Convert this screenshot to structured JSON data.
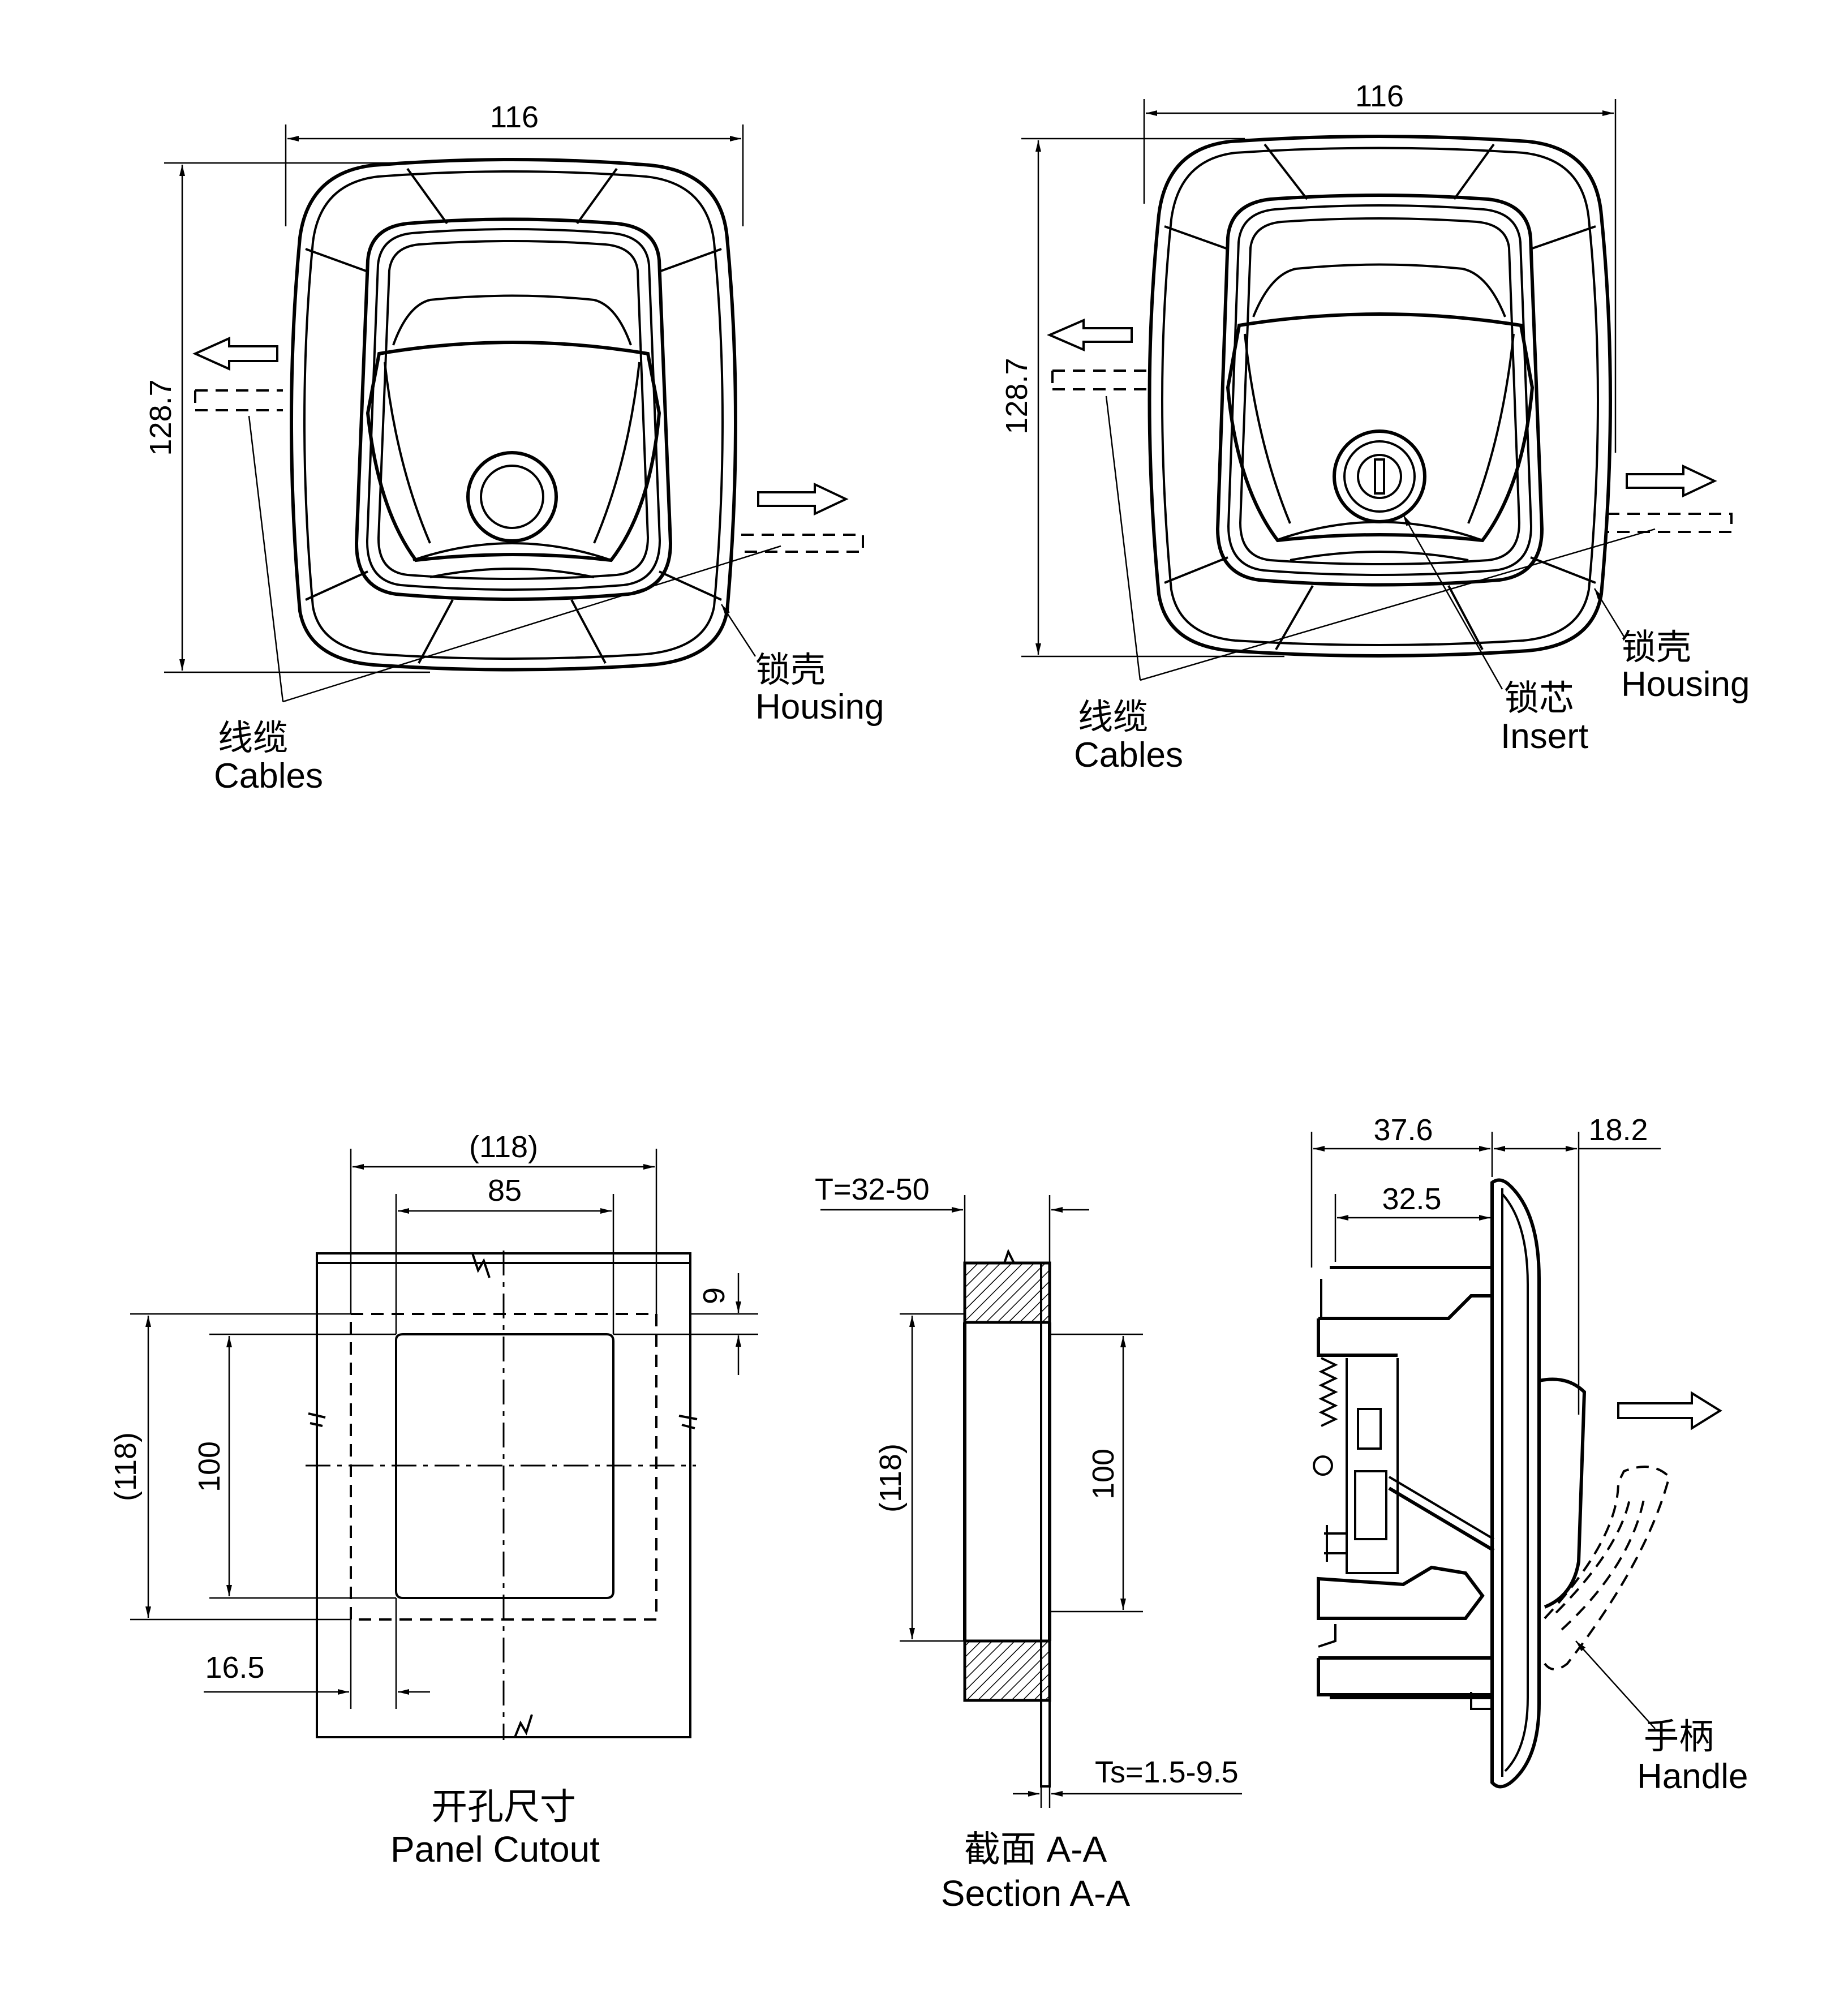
{
  "views": {
    "view1": {
      "width_dim": "116",
      "height_dim": "128.7",
      "label_cables_cn": "线缆",
      "label_cables_en": "Cables",
      "label_housing_cn": "锁壳",
      "label_housing_en": "Housing"
    },
    "view2": {
      "width_dim": "116",
      "height_dim": "128.7",
      "label_cables_cn": "线缆",
      "label_cables_en": "Cables",
      "label_insert_cn": "锁芯",
      "label_insert_en": "Insert",
      "label_housing_cn": "锁壳",
      "label_housing_en": "Housing"
    },
    "cutout": {
      "dim_outer": "(118)",
      "dim_inner": "85",
      "dim_height_outer": "(118)",
      "dim_height_inner": "100",
      "dim_offset": "9",
      "dim_edge": "16.5",
      "title_cn": "开孔尺寸",
      "title_en": "Panel Cutout"
    },
    "section": {
      "dim_thickness": "T=32-50",
      "dim_height_outer": "(118)",
      "dim_height_inner": "100",
      "dim_sheet": "Ts=1.5-9.5",
      "title_cn": "截面 A-A",
      "title_en": "Section A-A"
    },
    "side": {
      "dim_depth": "37.6",
      "dim_front": "18.2",
      "dim_inner": "32.5",
      "label_handle_cn": "手柄",
      "label_handle_en": "Handle"
    }
  }
}
